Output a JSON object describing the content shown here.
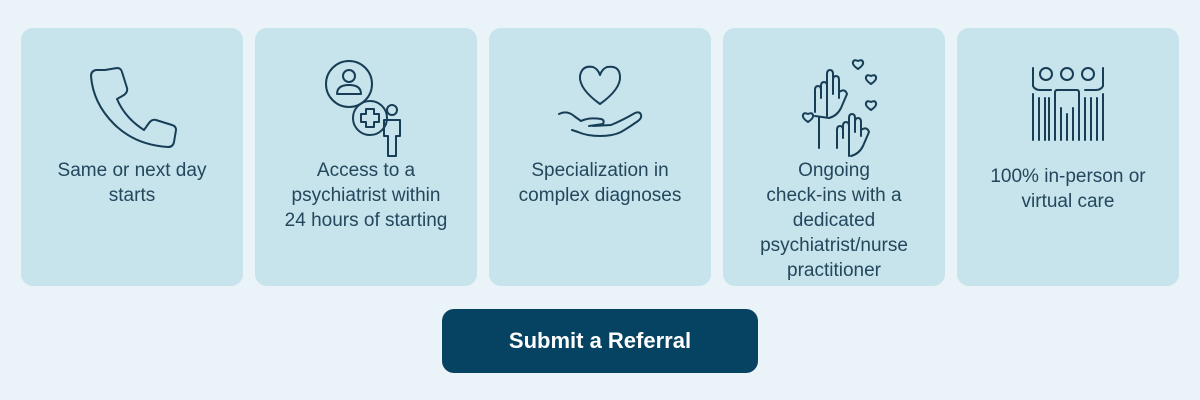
{
  "features": [
    {
      "icon": "phone-icon",
      "label": "Same or next day starts",
      "lines": [
        "Same or next day",
        "starts"
      ]
    },
    {
      "icon": "psychiatrist-access-icon",
      "label": "Access to a psychiatrist within 24 hours of starting",
      "lines": [
        "Access to a",
        "psychiatrist within",
        "24 hours of starting"
      ]
    },
    {
      "icon": "heart-in-hand-icon",
      "label": "Specialization in complex diagnoses",
      "lines": [
        "Specialization in",
        "complex diagnoses"
      ]
    },
    {
      "icon": "raised-hands-hearts-icon",
      "label": "Ongoing check-ins with a dedicated psychiatrist/nurse practitioner",
      "lines": [
        "Ongoing",
        "check-ins with a",
        "dedicated",
        "psychiatrist/nurse",
        "practitioner"
      ]
    },
    {
      "icon": "group-cheering-icon",
      "label": "100% in-person or virtual care",
      "lines": [
        "100% in-person or",
        "virtual care"
      ]
    }
  ],
  "cta": {
    "label": "Submit a Referral"
  },
  "colors": {
    "page_bg": "#e9f3f8",
    "card_bg": "#c7e3ec",
    "text": "#24475d",
    "icon_stroke": "#173e56",
    "button_bg": "#064362",
    "button_text": "#ffffff"
  }
}
